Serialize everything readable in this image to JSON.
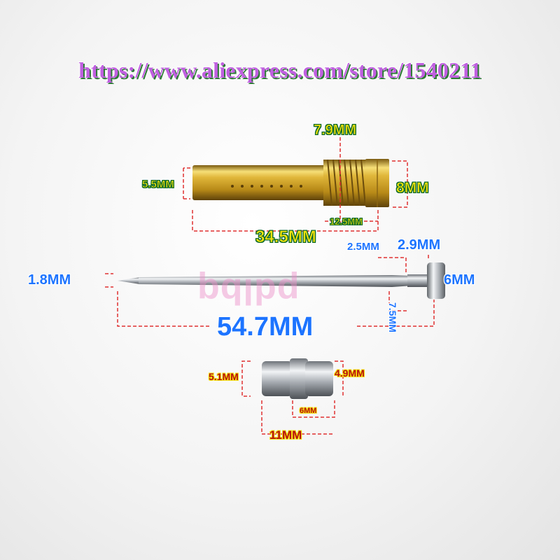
{
  "banner": {
    "url": "https://www.aliexpress.com/store/1540211"
  },
  "watermark": {
    "text": "pdlbq"
  },
  "parts": {
    "main_jet": {
      "dim_length": "34.5MM",
      "dim_body_diameter": "5.5MM",
      "dim_thread_diameter": "7.9MM",
      "dim_hex": "8MM",
      "dim_thread_length": "12.5MM"
    },
    "needle": {
      "dim_length": "54.7MM",
      "dim_tip": "1.8MM",
      "dim_shaft": "2.5MM",
      "dim_head_width": "2.9MM",
      "dim_head_diameter": "6MM",
      "dim_head_height": "7.5MM"
    },
    "bushing": {
      "dim_diameter_left": "5.1MM",
      "dim_diameter_right": "4.9MM",
      "dim_section": "6MM",
      "dim_length": "11MM"
    }
  },
  "colors": {
    "brass": "#c9a022",
    "steel": "#b8bcc2",
    "dimension_line": "#e03030",
    "label_yellow": "#f4e20c",
    "label_blue": "#1d74ff",
    "label_red": "#b80f0f",
    "url_purple": "#c060e0"
  }
}
